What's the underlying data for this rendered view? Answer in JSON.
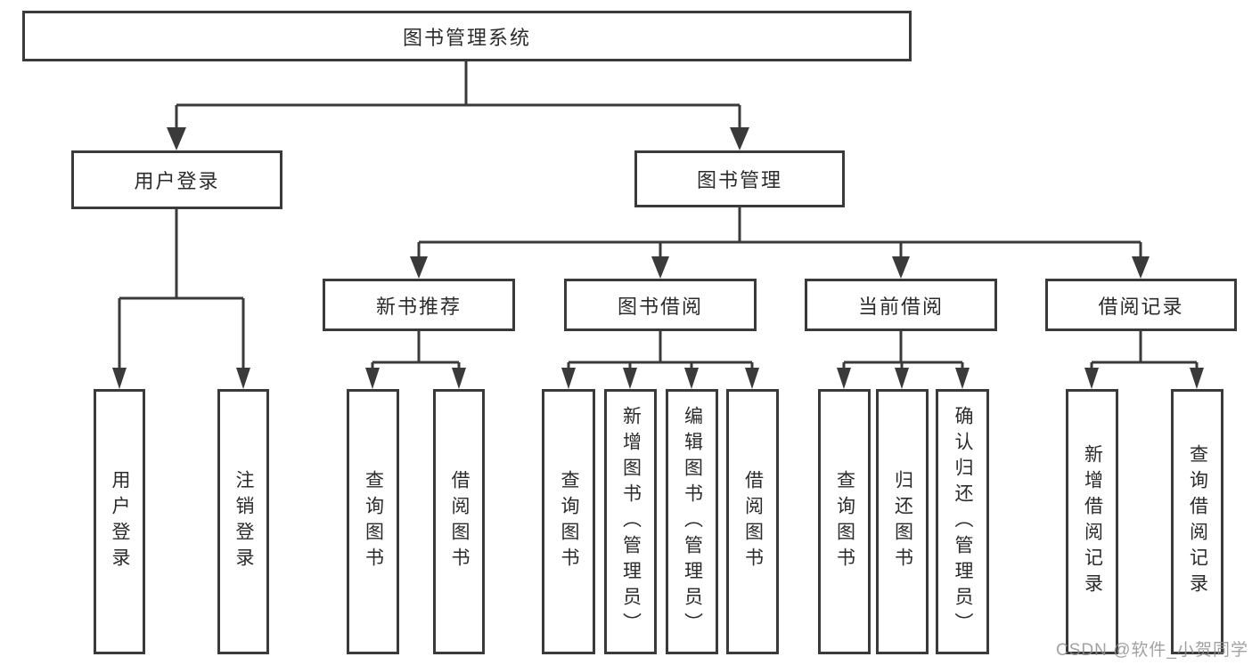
{
  "diagram_title": "图书管理系统",
  "tree": {
    "label": "图书管理系统",
    "children": [
      {
        "label": "用户登录",
        "children": [
          {
            "label": "用户登录"
          },
          {
            "label": "注销登录"
          }
        ]
      },
      {
        "label": "图书管理",
        "children": [
          {
            "label": "新书推荐",
            "children": [
              {
                "label": "查询图书"
              },
              {
                "label": "借阅图书"
              }
            ]
          },
          {
            "label": "图书借阅",
            "children": [
              {
                "label": "查询图书"
              },
              {
                "label": "新增图书（管理员）"
              },
              {
                "label": "编辑图书（管理员）"
              },
              {
                "label": "借阅图书"
              }
            ]
          },
          {
            "label": "当前借阅",
            "children": [
              {
                "label": "查询图书"
              },
              {
                "label": "归还图书"
              },
              {
                "label": "确认归还（管理员）"
              }
            ]
          },
          {
            "label": "借阅记录",
            "children": [
              {
                "label": "新增借阅记录"
              },
              {
                "label": "查询借阅记录"
              }
            ]
          }
        ]
      }
    ]
  },
  "watermark": {
    "text": "CSDN @软件_小贺同学"
  },
  "colors": {
    "line": "#3a3a3a",
    "box_border": "#3a3a3a",
    "box_fill": "#ffffff",
    "text": "#2b2b2b",
    "watermark": "#919191",
    "background": "#ffffff"
  }
}
